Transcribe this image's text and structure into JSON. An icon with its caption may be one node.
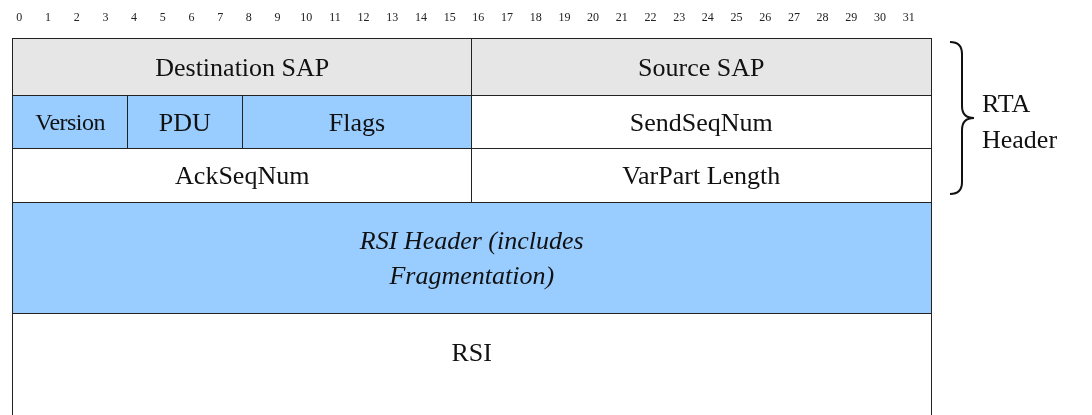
{
  "diagram": {
    "nodes": [
      {
        "text": [
          "Destination SAP"
        ]
      },
      {
        "text": [
          "Source SAP"
        ]
      },
      {
        "text": [
          "Version"
        ]
      },
      {
        "text": [
          "PDU"
        ]
      },
      {
        "text": [
          "Flags"
        ]
      },
      {
        "text": [
          "SendSeqNum"
        ]
      },
      {
        "text": [
          "AckSeqNum"
        ]
      },
      {
        "text": [
          "VarPart Length"
        ]
      },
      {
        "text": [
          "RSI Header (includes Fragmentation)"
        ]
      },
      {
        "text": [
          "RSI"
        ]
      }
    ],
    "edges": [],
    "labels": [
      "0",
      "1",
      "2",
      "3",
      "4",
      "5",
      "6",
      "7",
      "8",
      "9",
      "10",
      "11",
      "12",
      "13",
      "14",
      "15",
      "16",
      "17",
      "18",
      "19",
      "20",
      "21",
      "22",
      "23",
      "24",
      "25",
      "26",
      "27",
      "28",
      "29",
      "30",
      "31",
      "RTA Header"
    ]
  }
}
